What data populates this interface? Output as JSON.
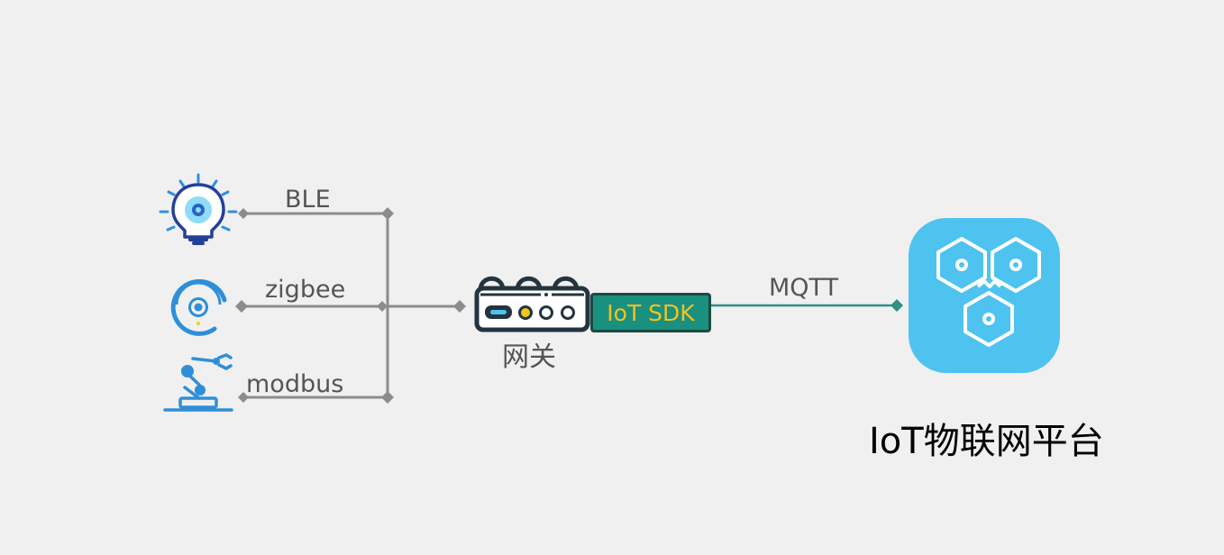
{
  "protocols": {
    "ble": "BLE",
    "zigbee": "zigbee",
    "modbus": "modbus"
  },
  "gateway": {
    "label": "网关",
    "sdk_label": "IoT SDK"
  },
  "link": {
    "label": "MQTT"
  },
  "platform": {
    "label": "IoT物联网平台"
  },
  "icons": {
    "bulb": "lightbulb-icon",
    "zigbee_device": "robot-vacuum-icon",
    "modbus_device": "robot-arm-icon",
    "gateway": "router-icon",
    "platform": "puzzle-hexagon-icon"
  },
  "colors": {
    "connector": "#8c8c8c",
    "mqtt_line": "#2f8f86",
    "sdk_fill": "#1a9080",
    "sdk_text": "#f3c21f",
    "platform_tile": "#4fc3ef",
    "device_blue": "#2e8fd8",
    "bulb_dark": "#233f9a"
  }
}
